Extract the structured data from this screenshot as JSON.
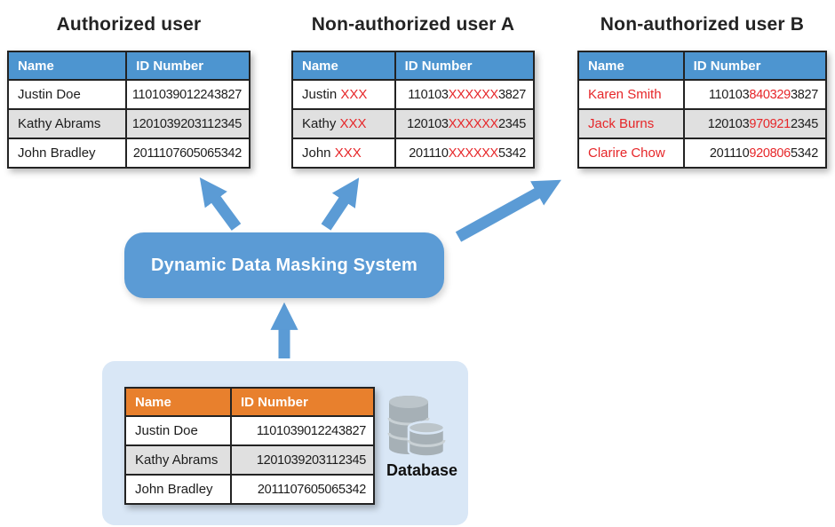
{
  "titles": {
    "authorized": "Authorized user",
    "nonauth_a": "Non-authorized user A",
    "nonauth_b": "Non-authorized user B"
  },
  "masking_box": {
    "label": "Dynamic Data Masking System"
  },
  "database": {
    "label": "Database",
    "icon": "database-cylinders-icon"
  },
  "colors": {
    "accent_blue": "#5b9bd5",
    "table_header_blue": "#4d95d0",
    "table_header_orange": "#e8802d",
    "masked_red": "#e62629",
    "row_alt_gray": "#e0e0e0",
    "db_panel_blue": "#d9e7f6"
  },
  "tables": {
    "authorized": {
      "columns": [
        "Name",
        "ID Number"
      ],
      "header_bg": "#4d95d0",
      "rows": [
        {
          "name": [
            {
              "t": "Justin Doe"
            }
          ],
          "id": [
            {
              "t": "1101039012243827"
            }
          ]
        },
        {
          "name": [
            {
              "t": "Kathy Abrams"
            }
          ],
          "id": [
            {
              "t": "1201039203112345"
            }
          ]
        },
        {
          "name": [
            {
              "t": "John Bradley"
            }
          ],
          "id": [
            {
              "t": "2011107605065342"
            }
          ]
        }
      ]
    },
    "nonauth_a": {
      "columns": [
        "Name",
        "ID Number"
      ],
      "header_bg": "#4d95d0",
      "rows": [
        {
          "name": [
            {
              "t": "Justin "
            },
            {
              "t": "XXX",
              "red": true
            }
          ],
          "id": [
            {
              "t": "110103"
            },
            {
              "t": "XXXXXX",
              "red": true
            },
            {
              "t": "3827"
            }
          ]
        },
        {
          "name": [
            {
              "t": "Kathy "
            },
            {
              "t": "XXX",
              "red": true
            }
          ],
          "id": [
            {
              "t": "120103"
            },
            {
              "t": "XXXXXX",
              "red": true
            },
            {
              "t": "2345"
            }
          ]
        },
        {
          "name": [
            {
              "t": "John "
            },
            {
              "t": "XXX",
              "red": true
            }
          ],
          "id": [
            {
              "t": "201110"
            },
            {
              "t": "XXXXXX",
              "red": true
            },
            {
              "t": "5342"
            }
          ]
        }
      ]
    },
    "nonauth_b": {
      "columns": [
        "Name",
        "ID Number"
      ],
      "header_bg": "#4d95d0",
      "rows": [
        {
          "name": [
            {
              "t": "Karen Smith",
              "red": true
            }
          ],
          "id": [
            {
              "t": "110103"
            },
            {
              "t": "840329",
              "red": true
            },
            {
              "t": "3827"
            }
          ]
        },
        {
          "name": [
            {
              "t": "Jack Burns",
              "red": true
            }
          ],
          "id": [
            {
              "t": "120103"
            },
            {
              "t": "970921",
              "red": true
            },
            {
              "t": "2345"
            }
          ]
        },
        {
          "name": [
            {
              "t": "Clarire Chow",
              "red": true
            }
          ],
          "id": [
            {
              "t": "201110"
            },
            {
              "t": "920806",
              "red": true
            },
            {
              "t": "5342"
            }
          ]
        }
      ]
    },
    "database": {
      "columns": [
        "Name",
        "ID Number"
      ],
      "header_bg": "#e8802d",
      "rows": [
        {
          "name": [
            {
              "t": "Justin Doe"
            }
          ],
          "id": [
            {
              "t": "1101039012243827"
            }
          ]
        },
        {
          "name": [
            {
              "t": "Kathy Abrams"
            }
          ],
          "id": [
            {
              "t": "1201039203112345"
            }
          ]
        },
        {
          "name": [
            {
              "t": "John Bradley"
            }
          ],
          "id": [
            {
              "t": "2011107605065342"
            }
          ]
        }
      ]
    }
  }
}
